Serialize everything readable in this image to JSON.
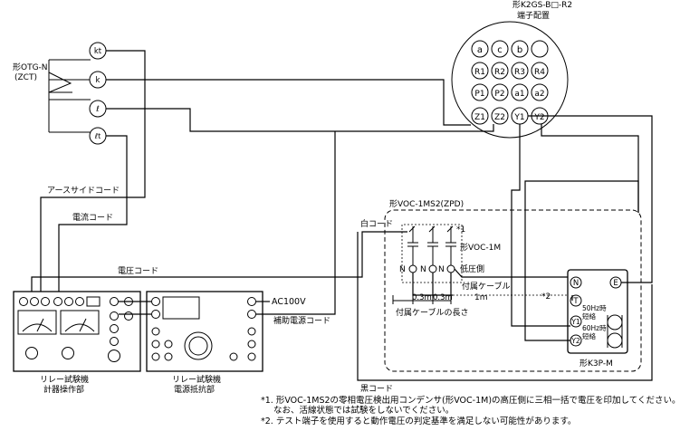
{
  "terminal_layout": {
    "model": "形K2GS-B□-R2",
    "caption": "端子配置",
    "pins": [
      "a",
      "c",
      "b",
      "",
      "R1",
      "R2",
      "R3",
      "R4",
      "P1",
      "P2",
      "a1",
      "a2",
      "Z1",
      "Z2",
      "Y1",
      "Y2"
    ]
  },
  "zct": {
    "label1": "形OTG-N",
    "label2": "(ZCT)",
    "terminals": [
      "kt",
      "k",
      "ℓ",
      "ℓt"
    ]
  },
  "cords": {
    "earth_side": "アースサイドコード",
    "current": "電流コード",
    "voltage": "電圧コード",
    "aux_power": "補助電源コード",
    "white": "白コード",
    "black": "黒コード",
    "ac100v": "AC100V"
  },
  "zpd": {
    "title": "形VOC-1MS2(ZPD)",
    "note1": "*1",
    "capacitor": "形VOC-1M",
    "low_side": "低圧側",
    "n_label": "N",
    "attached_cable": "付属ケーブル",
    "cable_len": "1m",
    "note2": "*2",
    "seg1": "0.3m",
    "seg2": "0.3m",
    "attached_len": "付属ケーブルの長さ"
  },
  "k3pm": {
    "label": "形K3P-M",
    "terminals": [
      "N",
      "E",
      "T",
      "Y1",
      "Y2"
    ],
    "short1a": "50Hz時",
    "short1b": "短絡",
    "short2a": "60Hz時",
    "short2b": "短絡"
  },
  "relay_meter": {
    "line1": "リレー試験機",
    "line2": "計器操作部"
  },
  "relay_power": {
    "line1": "リレー試験機",
    "line2": "電源抵抗部"
  },
  "footnotes": {
    "n1a": "*1. 形VOC-1MS2の零相電圧検出用コンデンサ(形VOC-1M)の高圧側に三相一括で電圧を印加してください。",
    "n1b": "なお、活線状態では試験をしないでください。",
    "n2": "*2. テスト端子を使用すると動作電圧の判定基準を満足しない可能性があります。"
  }
}
